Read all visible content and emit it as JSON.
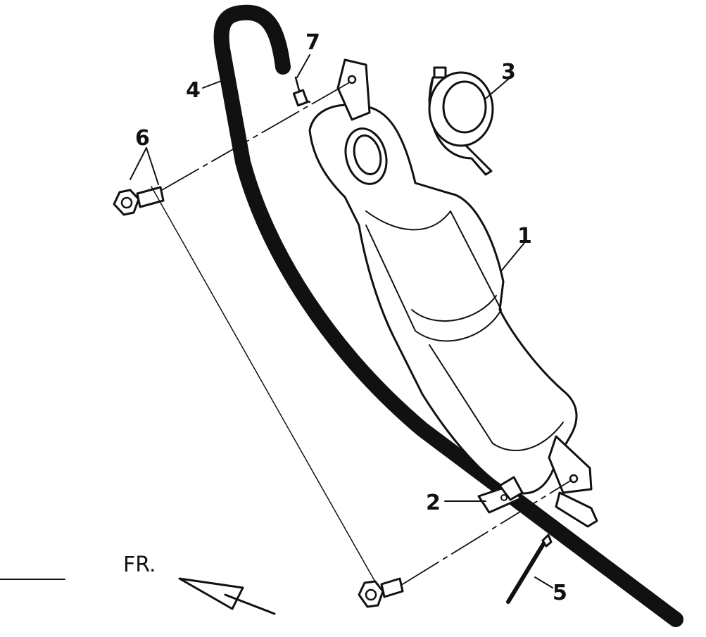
{
  "diagram": {
    "callouts": {
      "c1": "1",
      "c2": "2",
      "c3": "3",
      "c4": "4",
      "c5": "5",
      "c6": "6",
      "c7": "7"
    },
    "direction_label": "FR."
  },
  "colors": {
    "ink": "#111111",
    "paper": "#ffffff"
  }
}
